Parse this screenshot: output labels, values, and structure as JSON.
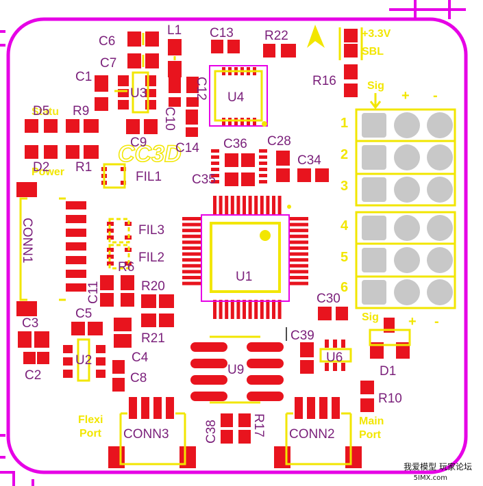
{
  "labels": {
    "c6": "C6",
    "l1": "L1",
    "c13": "C13",
    "r22": "R22",
    "c7": "C7",
    "c1": "C1",
    "u3": "U3",
    "c12": "C12",
    "u4": "U4",
    "r16": "R16",
    "d5": "D5",
    "r9": "R9",
    "status": "Statu",
    "c10": "C10",
    "c9": "C9",
    "c14": "C14",
    "c36": "C36",
    "c28": "C28",
    "c34": "C34",
    "d2": "D2",
    "r1": "R1",
    "power": "Power",
    "fil1": "FIL1",
    "c35": "C35",
    "conn1": "CONN1",
    "fil3": "FIL3",
    "fil2": "FIL2",
    "r6": "R6",
    "c11": "C11",
    "r20": "R20",
    "u1": "U1",
    "c30": "C30",
    "c3": "C3",
    "c5": "C5",
    "r21": "R21",
    "c39": "C39",
    "c4": "C4",
    "u2": "U2",
    "u6": "U6",
    "c2": "C2",
    "c8": "C8",
    "u9": "U9",
    "d1": "D1",
    "r10": "R10",
    "c38": "C38",
    "r17": "R17",
    "conn3": "CONN3",
    "conn2": "CONN2"
  },
  "silk": {
    "v33": "+3.3V",
    "sbl": "SBL",
    "sig_top": "Sig",
    "plus_top": "+",
    "minus_top": "-",
    "sig_bot": "Sig",
    "plus_bot": "+",
    "minus_bot": "-",
    "logo": "CC3D",
    "flexi": "Flexi",
    "flexi_port": "Port",
    "main": "Main",
    "main_port": "Port",
    "rows": [
      "1",
      "2",
      "3",
      "4",
      "5",
      "6"
    ]
  },
  "watermark": {
    "line1": "我爱模型 玩家论坛",
    "line2": "5IMX.com"
  },
  "colors": {
    "outline": "#e600e6",
    "pad": "#e8141e",
    "silk": "#f2e600",
    "label": "#7a1f7a",
    "pin": "#c8c8c8"
  }
}
